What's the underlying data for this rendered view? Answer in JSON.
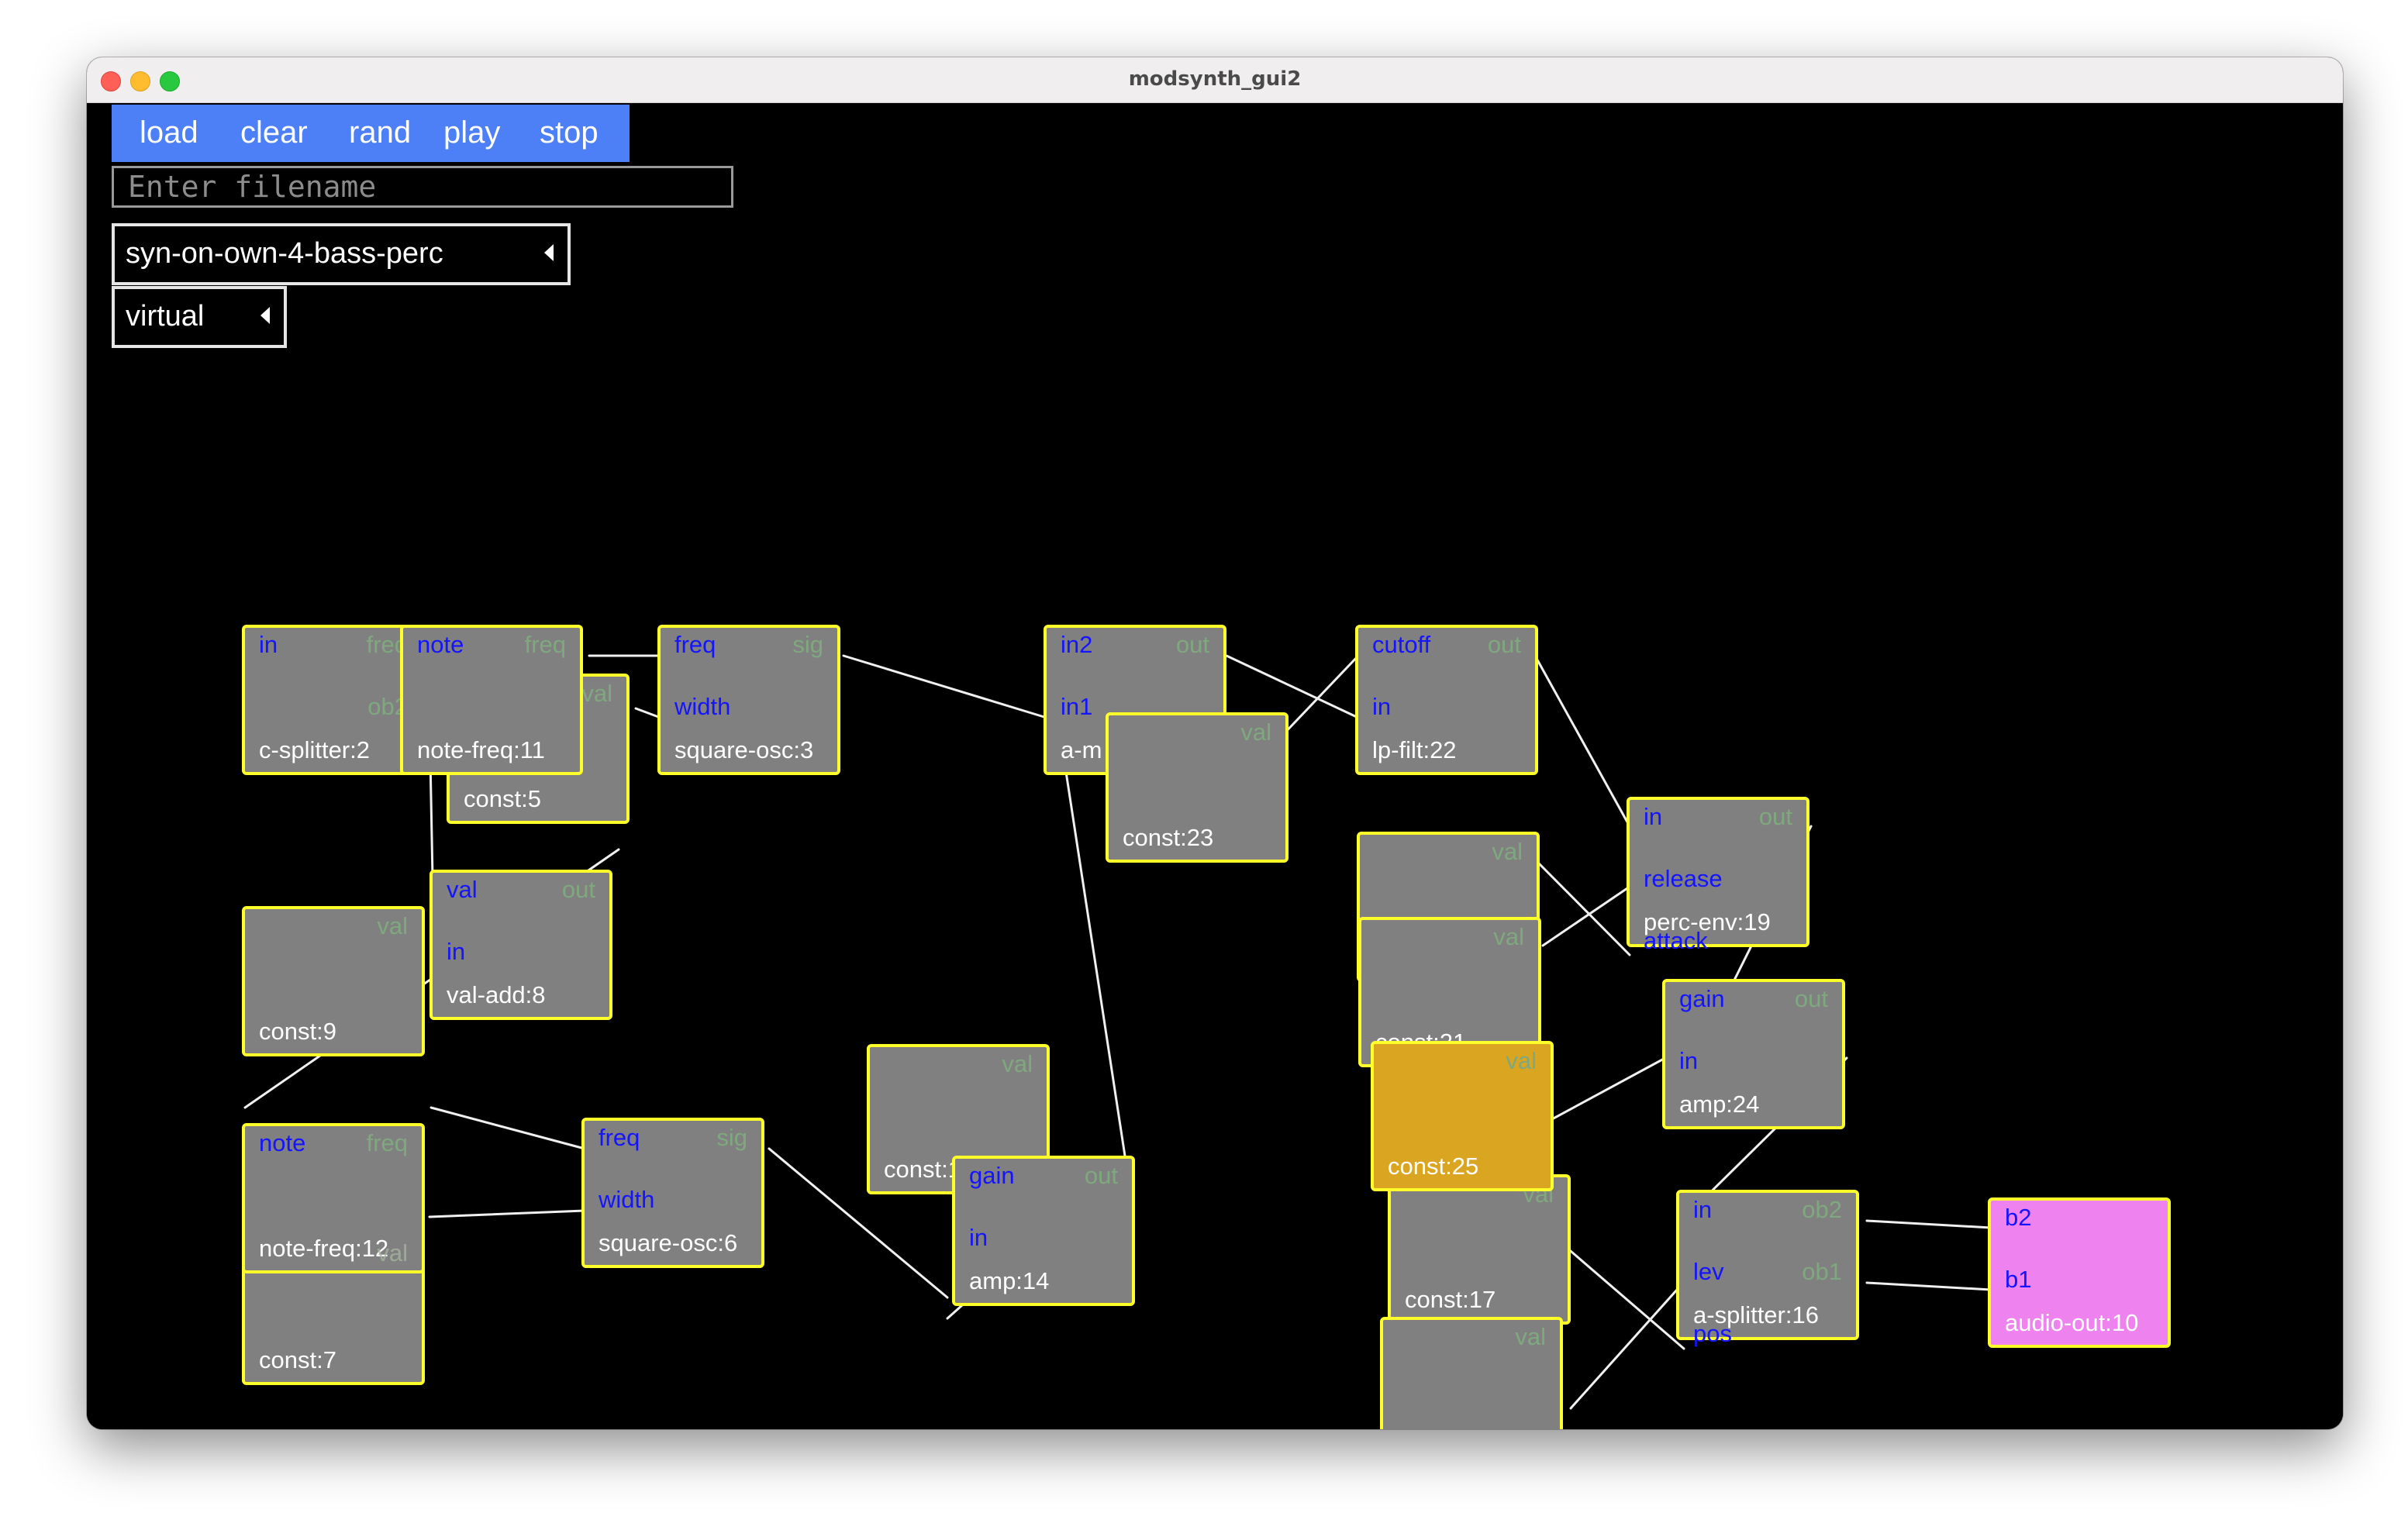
{
  "window": {
    "title": "modsynth_gui2"
  },
  "toolbar": {
    "load": "load",
    "clear": "clear",
    "rand": "rand",
    "play": "play",
    "stop": "stop"
  },
  "filename": {
    "placeholder": "Enter filename",
    "value": ""
  },
  "patch_select": {
    "selected": "syn-on-own-4-bass-perc"
  },
  "backend_select": {
    "selected": "virtual"
  },
  "colors": {
    "module_fill": "#808080",
    "module_border": "#ffff29",
    "selected_module": "#daa520",
    "audio_out": "#ee82ee",
    "input_port": "#1414ff",
    "output_port": "#7fa87f",
    "toolbar": "#4d7ff7",
    "wire": "#f0f0f0"
  },
  "modules": {
    "c_splitter_2": {
      "name": "c-splitter:2",
      "in": "in",
      "freq": "freq",
      "ob2": "ob2"
    },
    "const_5": {
      "name": "const:5",
      "val": "val"
    },
    "note_freq_11": {
      "name": "note-freq:11",
      "note": "note",
      "freq": "freq"
    },
    "square_osc_3": {
      "name": "square-osc:3",
      "freq": "freq",
      "width": "width",
      "sig": "sig"
    },
    "a_m": {
      "name": "a-m",
      "in2": "in2",
      "in1": "in1",
      "out": "out"
    },
    "const_23": {
      "name": "const:23",
      "val": "val"
    },
    "lp_filt_22": {
      "name": "lp-filt:22",
      "cutoff": "cutoff",
      "in": "in",
      "out": "out"
    },
    "const_9": {
      "name": "const:9",
      "val": "val"
    },
    "val_add_8": {
      "name": "val-add:8",
      "val": "val",
      "in": "in",
      "out": "out"
    },
    "const_upper": {
      "val": "val"
    },
    "const_21": {
      "name": "const:21",
      "val": "val"
    },
    "perc_env_19": {
      "name": "perc-env:19",
      "in": "in",
      "release": "release",
      "attack": "attack",
      "out": "out"
    },
    "const_7": {
      "name": "const:7",
      "val": "val"
    },
    "note_freq_12": {
      "name": "note-freq:12",
      "note": "note",
      "freq": "freq"
    },
    "square_osc_6": {
      "name": "square-osc:6",
      "freq": "freq",
      "width": "width",
      "sig": "sig"
    },
    "const_15": {
      "name": "const:15",
      "val": "val"
    },
    "amp_14": {
      "name": "amp:14",
      "gain": "gain",
      "in": "in",
      "out": "out"
    },
    "amp_24": {
      "name": "amp:24",
      "gain": "gain",
      "in": "in",
      "out": "out"
    },
    "const_17": {
      "name": "const:17",
      "val": "val"
    },
    "const_25": {
      "name": "const:25",
      "val": "val"
    },
    "const_bottom": {
      "val": "val"
    },
    "a_splitter_16": {
      "name": "a-splitter:16",
      "in": "in",
      "lev": "lev",
      "pos": "pos",
      "ob2": "ob2",
      "ob1": "ob1"
    },
    "audio_out_10": {
      "name": "audio-out:10",
      "b2": "b2",
      "b1": "b1"
    }
  }
}
